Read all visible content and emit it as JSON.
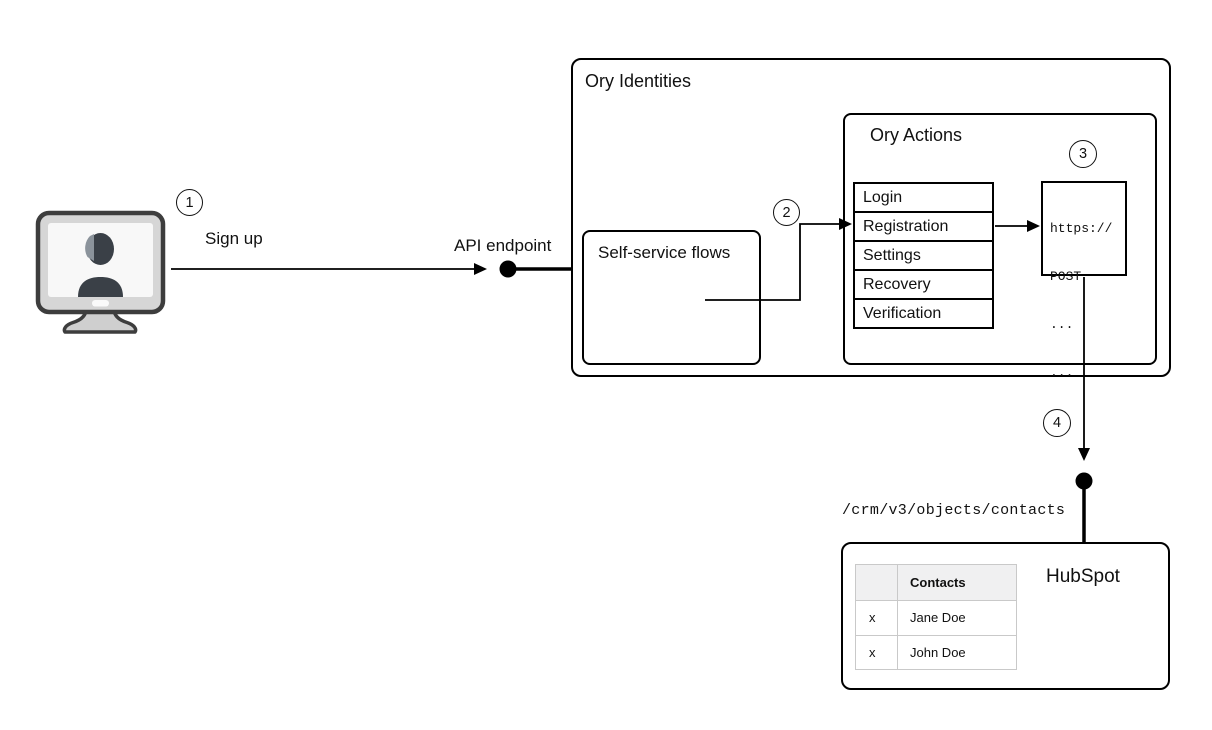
{
  "badges": [
    "1",
    "2",
    "3",
    "4"
  ],
  "labels": {
    "sign_up": "Sign up",
    "api_endpoint": "API endpoint",
    "crm_path": "/crm/v3/objects/contacts"
  },
  "ory_identities": {
    "title": "Ory Identities",
    "self_service": {
      "title": "Self-service flows"
    },
    "ory_actions": {
      "title": "Ory Actions",
      "flows": [
        "Login",
        "Registration",
        "Settings",
        "Recovery",
        "Verification"
      ],
      "webhook": {
        "lines": [
          "https://",
          "POST",
          "...",
          "..."
        ]
      }
    }
  },
  "hubspot": {
    "title": "HubSpot",
    "contacts_table": {
      "header": "Contacts",
      "rows": [
        {
          "mark": "x",
          "name": "Jane Doe"
        },
        {
          "mark": "x",
          "name": "John Doe"
        }
      ]
    }
  },
  "icons": {
    "user_terminal": "monitor-with-user-icon",
    "endpoint_dot": "filled-circle-connector",
    "arrow": "black-arrowhead"
  },
  "colors": {
    "background": "#ffffff",
    "line": "#000000",
    "box_border": "#000000",
    "contacts_border": "#c9c9c9",
    "contacts_header_bg": "#f0f0f1",
    "monitor_body": "#d6d6d6",
    "monitor_screen": "#f8f8f8",
    "monitor_outline": "#3d3d3d",
    "silhouette": "#3a4047"
  }
}
